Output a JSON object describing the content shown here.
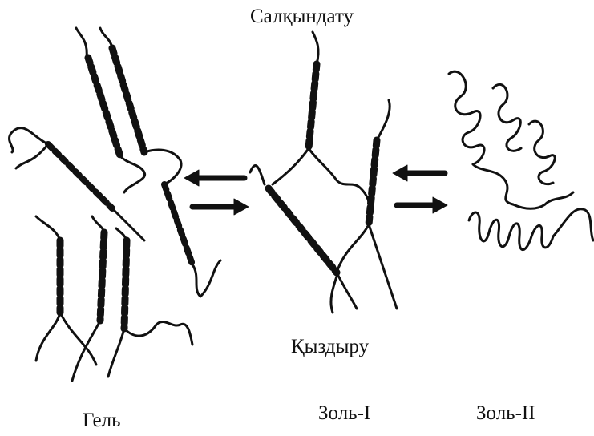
{
  "labels": {
    "cooling": "Салқындату",
    "heating": "Қыздыру",
    "gel": "Гель",
    "sol_1": "Золь-I",
    "sol_2": "Золь-II"
  },
  "colors": {
    "ink": "#111111",
    "background": "#ffffff"
  },
  "icons": {
    "arrow_left": "arrow-left-icon",
    "arrow_right": "arrow-right-icon"
  }
}
